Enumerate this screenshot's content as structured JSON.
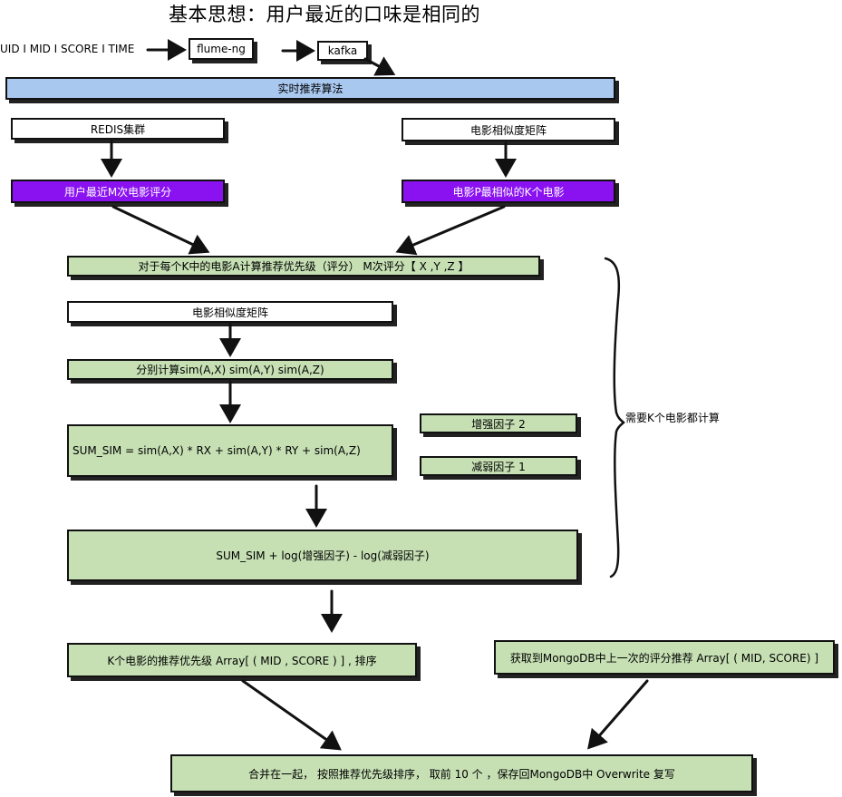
{
  "title": "基本思想：用户最近的口味是相同的",
  "input_fields": "UID I MID I SCORE I TIME",
  "flume": "flume-ng",
  "kafka": "kafka",
  "realtime": "实时推荐算法",
  "redis": "REDIS集群",
  "movie_sim_top": "电影相似度矩阵",
  "user_recent": "用户最近M次电影评分",
  "movie_topk": "电影P最相似的K个电影",
  "compute_priority": "对于每个K中的电影A计算推荐优先级（评分）     M次评分【 X ,Y ,Z 】",
  "movie_sim_mid": "电影相似度矩阵",
  "calc_sim": "分别计算sim(A,X)  sim(A,Y)   sim(A,Z)",
  "sum_sim": "SUM_SIM =    sim(A,X) * RX  +  sim(A,Y) * RY  +  sim(A,Z)",
  "boost": "增强因子      2",
  "weaken": "减弱因子      1",
  "brace_label": "需要K个电影都计算",
  "final_score": "SUM_SIM  +  log(增强因子)   -  log(减弱因子)",
  "topk_result": "K个电影的推荐优先级  Array[ ( MID   ,   SCORE ) ] ,   排序",
  "mongo_prev": "获取到MongoDB中上一次的评分推荐 Array[ ( MID,  SCORE) ]",
  "merge": "合并在一起，  按照推荐优先级排序，    取前 10 个  ，保存回MongoDB中      Overwrite  复写"
}
